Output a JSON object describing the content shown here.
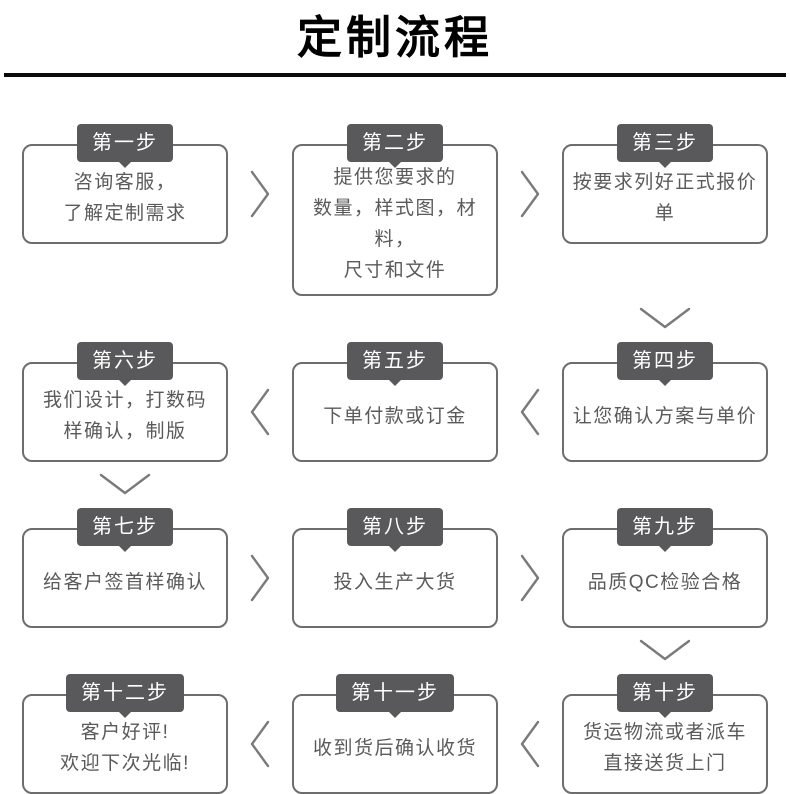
{
  "page": {
    "title": "定制流程"
  },
  "colors": {
    "tab_background": "#59595b",
    "box_border": "#6d6d6d",
    "body_text": "#5a5a5a",
    "arrow": "#7a7a7a",
    "title_text": "#000000",
    "divider": "#0a0a0a"
  },
  "flow": {
    "rows": [
      {
        "direction": "right",
        "boxes": [
          {
            "label": "第一步",
            "lines": [
              "咨询客服，",
              "了解定制需求"
            ]
          },
          {
            "label": "第二步",
            "lines": [
              "提供您要求的",
              "数量，样式图，材料，",
              "尺寸和文件"
            ]
          },
          {
            "label": "第三步",
            "lines": [
              "按要求列好正式报价单"
            ]
          }
        ]
      },
      {
        "direction": "left",
        "boxes": [
          {
            "label": "第六步",
            "lines": [
              "我们设计，打数码",
              "样确认，制版"
            ]
          },
          {
            "label": "第五步",
            "lines": [
              "下单付款或订金"
            ]
          },
          {
            "label": "第四步",
            "lines": [
              "让您确认方案与单价"
            ]
          }
        ]
      },
      {
        "direction": "right",
        "boxes": [
          {
            "label": "第七步",
            "lines": [
              "给客户签首样确认"
            ]
          },
          {
            "label": "第八步",
            "lines": [
              "投入生产大货"
            ]
          },
          {
            "label": "第九步",
            "lines": [
              "品质QC检验合格"
            ]
          }
        ]
      },
      {
        "direction": "left",
        "boxes": [
          {
            "label": "第十二步",
            "lines": [
              "客户好评!",
              "欢迎下次光临!"
            ]
          },
          {
            "label": "第十一步",
            "lines": [
              "收到货后确认收货"
            ]
          },
          {
            "label": "第十步",
            "lines": [
              "货运物流或者派车",
              "直接送货上门"
            ]
          }
        ]
      }
    ],
    "connectors": [
      {
        "after_row": 0,
        "side": "right"
      },
      {
        "after_row": 1,
        "side": "left"
      },
      {
        "after_row": 2,
        "side": "right"
      }
    ]
  }
}
